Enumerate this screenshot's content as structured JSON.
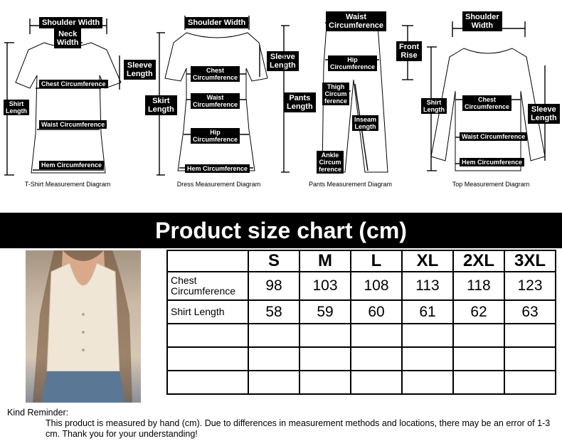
{
  "diagrams": {
    "tshirt": {
      "caption": "T-Shirt Measurement Diagram",
      "labels": {
        "shoulder": "Shoulder Width",
        "neck": "Neck\nWidth",
        "sleeve": "Sleeve\nLength",
        "length": "Shirt\nLength",
        "chest": "Chest Circumference",
        "waist": "Waist Circumference",
        "hem": "Hem Circumference"
      }
    },
    "dress": {
      "caption": "Dress Measurement Diagram",
      "labels": {
        "shoulder": "Shoulder Width",
        "sleeve": "Sleeve\nLength",
        "skirt": "Skirt\nLength",
        "chest": "Chest\nCircumference",
        "waist": "Waist\nCircumference",
        "hip": "Hip\nCircumference",
        "hem": "Hem Circumference"
      }
    },
    "pants": {
      "caption": "Pants Measurement Diagram",
      "labels": {
        "waist": "Waist\nCircumference",
        "front_rise": "Front\nRise",
        "hip": "Hip\nCircumference",
        "thigh": "Thigh\nCircum\nference",
        "length": "Pants\nLength",
        "inseam": "Inseam\nLength",
        "ankle": "Ankle\nCircum\nference"
      }
    },
    "top": {
      "caption": "Top Measurement Diagram",
      "labels": {
        "shoulder": "Shoulder\nWidth",
        "length": "Shirt\nLength",
        "chest": "Chest\nCircumference",
        "sleeve": "Sleeve\nLength",
        "waist": "Waist Circumference",
        "hem": "Hem Circumference"
      }
    }
  },
  "banner": "Product size chart  (cm)",
  "table": {
    "headers": [
      "S",
      "M",
      "L",
      "XL",
      "2XL",
      "3XL"
    ],
    "rows": [
      {
        "label": "Chest\nCircumference",
        "values": [
          "98",
          "103",
          "108",
          "113",
          "118",
          "123"
        ]
      },
      {
        "label": "Shirt Length",
        "values": [
          "58",
          "59",
          "60",
          "61",
          "62",
          "63"
        ]
      }
    ]
  },
  "reminder": {
    "title": "Kind Reminder:",
    "text": "This product is measured by hand (cm). Due to differences in measurement methods and locations, there may be an error of 1-3 cm. Thank you for your understanding!"
  }
}
